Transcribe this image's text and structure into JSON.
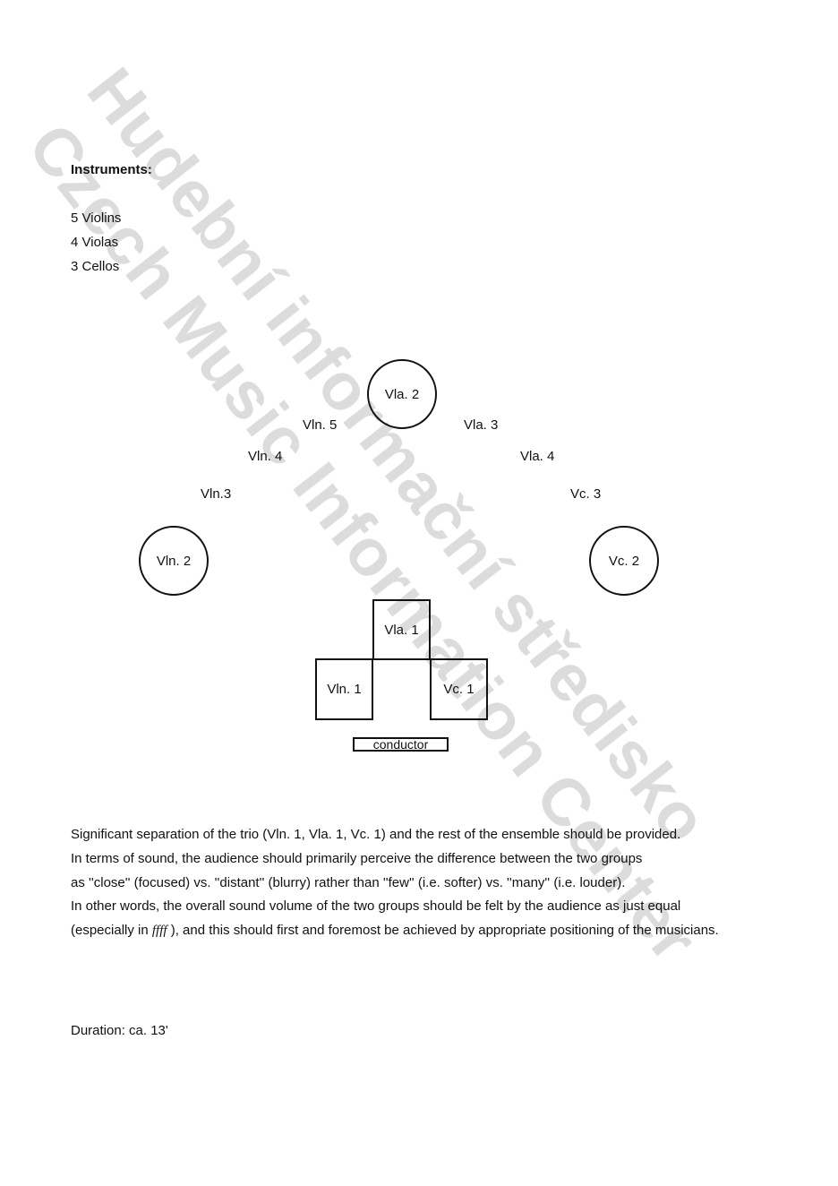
{
  "watermark": {
    "line1": "Hudební informační středisko",
    "line2": "Czech Music Information Center"
  },
  "instruments": {
    "heading": "Instruments:",
    "items": [
      "5 Violins",
      "4 Violas",
      "3 Cellos"
    ]
  },
  "seating": {
    "circles": {
      "vla2": "Vla. 2",
      "vln2": "Vln. 2",
      "vc2": "Vc. 2"
    },
    "labels": {
      "vln5": "Vln. 5",
      "vla3": "Vla. 3",
      "vln4": "Vln. 4",
      "vla4": "Vla. 4",
      "vln3": "Vln.3",
      "vc3": "Vc. 3"
    },
    "squares": {
      "vla1": "Vla. 1",
      "vln1": "Vln. 1",
      "vc1": "Vc. 1"
    },
    "conductor": "conductor"
  },
  "notes": {
    "line1": "Significant separation of the trio (Vln. 1, Vla. 1, Vc. 1) and the rest of the ensemble should be provided.",
    "line2": "In terms of sound, the audience should primarily perceive the difference between the two groups",
    "line3": "as ''close'' (focused) vs. ''distant'' (blurry) rather than ''few'' (i.e. softer) vs. ''many'' (i.e. louder).",
    "line4": "In other words, the overall sound volume of the two groups should be felt by the audience as just equal",
    "line5_pre": "(especially in ",
    "line5_dyn": "ffff",
    "line5_post": " ), and this should first and foremost be achieved by appropriate positioning of the musicians."
  },
  "duration": "Duration: ca. 13'"
}
